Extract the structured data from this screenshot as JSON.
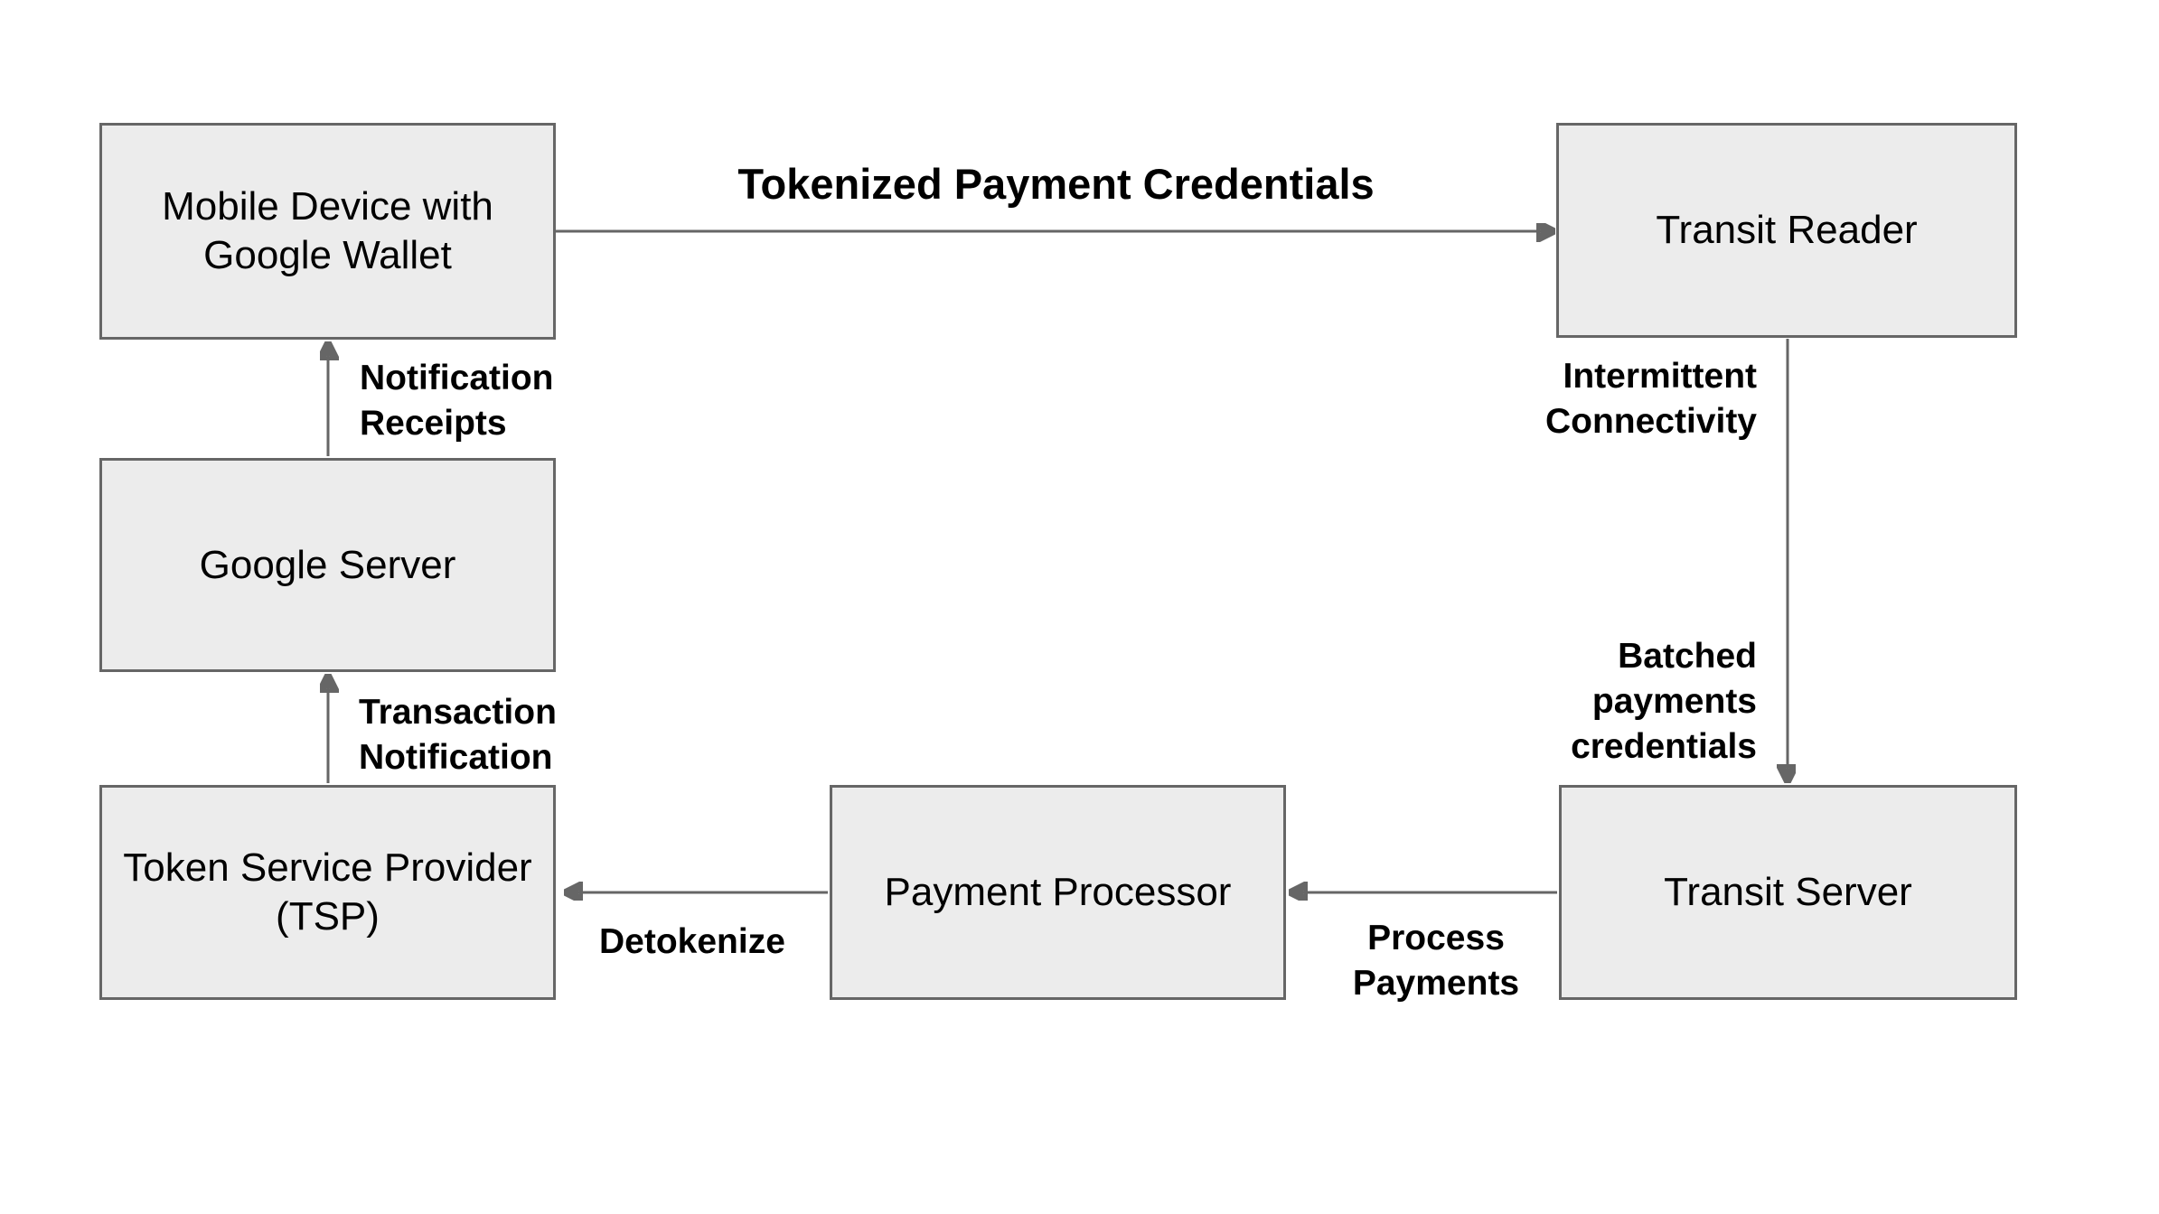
{
  "diagram": {
    "background_color": "#ffffff",
    "node_fill_color": "#ececec",
    "node_border_color": "#666666",
    "arrow_color": "#666666",
    "text_color": "#000000",
    "nodes": [
      {
        "id": "mobile-device-google-wallet",
        "label": "Mobile Device with\nGoogle Wallet"
      },
      {
        "id": "transit-reader",
        "label": "Transit Reader"
      },
      {
        "id": "google-server",
        "label": "Google Server"
      },
      {
        "id": "token-service-provider",
        "label": "Token Service Provider (TSP)"
      },
      {
        "id": "payment-processor",
        "label": "Payment Processor"
      },
      {
        "id": "transit-server",
        "label": "Transit Server"
      }
    ],
    "edges": [
      {
        "id": "tokenized-payment-credentials",
        "from": "mobile-device-google-wallet",
        "to": "transit-reader",
        "label": "Tokenized Payment Credentials"
      },
      {
        "id": "reader-to-transit-server",
        "from": "transit-reader",
        "to": "transit-server",
        "label_top": "Intermittent\nConnectivity",
        "label_bottom": "Batched\npayments\ncredentials"
      },
      {
        "id": "process-payments",
        "from": "transit-server",
        "to": "payment-processor",
        "label": "Process\nPayments"
      },
      {
        "id": "detokenize",
        "from": "payment-processor",
        "to": "token-service-provider",
        "label": "Detokenize"
      },
      {
        "id": "transaction-notification",
        "from": "token-service-provider",
        "to": "google-server",
        "label": "Transaction\nNotification"
      },
      {
        "id": "notification-receipts",
        "from": "google-server",
        "to": "mobile-device-google-wallet",
        "label": "Notification\nReceipts"
      }
    ]
  }
}
